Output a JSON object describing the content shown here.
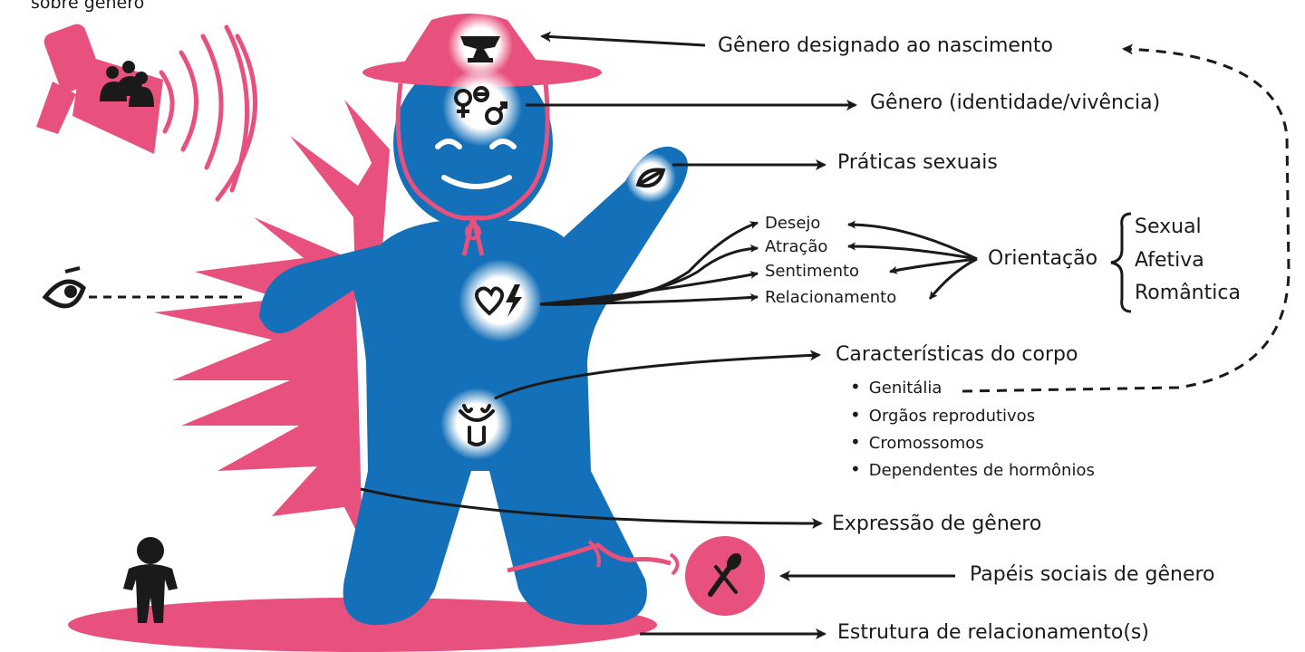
{
  "header_fragment": "sobre gênero",
  "labels": {
    "assigned": "Gênero designado ao nascimento",
    "identity": "Gênero (identidade/vivência)",
    "practices": "Práticas sexuais",
    "desire": "Desejo",
    "attraction": "Atração",
    "feeling": "Sentimento",
    "relationship": "Relacionamento",
    "orientation": "Orientação",
    "sexual": "Sexual",
    "affective": "Afetiva",
    "romantic": "Romântica",
    "body": "Características do corpo",
    "genitalia": "Genitália",
    "organs": "Orgãos reprodutivos",
    "chromosomes": "Cromossomos",
    "hormones": "Dependentes de hormônios",
    "expression": "Expressão de gênero",
    "roles": "Papéis sociais de gênero",
    "structure": "Estrutura de relacionamento(s)"
  },
  "colors": {
    "body": "#1470b8",
    "accent": "#e8507e",
    "ink": "#1a1a1a"
  },
  "icons": [
    "megaphone-icon",
    "eye-icon",
    "anvil-icon",
    "gender-symbols-icon",
    "lips-icon",
    "heart-bolt-icon",
    "genitals-icon",
    "tools-icon",
    "child-figure-icon"
  ]
}
